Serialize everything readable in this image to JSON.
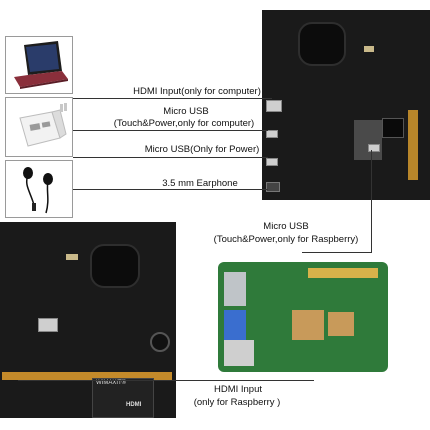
{
  "labels": {
    "hdmi_computer": "HDMI Input(only for computer)",
    "micro_usb_computer_1": "Micro USB",
    "micro_usb_computer_2": "(Touch&Power,only for computer)",
    "micro_usb_power": "Micro USB(Only for Power)",
    "earphone": "3.5 mm Earphone",
    "micro_usb_rpi_1": "Micro USB",
    "micro_usb_rpi_2": "(Touch&Power,only for Raspberry)",
    "hdmi_rpi_1": "HDMI Input",
    "hdmi_rpi_2": "(only for Raspberry )"
  },
  "board_marking": {
    "brand": "WIMAXIT®",
    "hdmi_logo": "HDMI"
  },
  "icons": [
    "laptop-icon",
    "usb-charger-icon",
    "earphone-icon",
    "speaker-icon",
    "raspberry-pi-board"
  ],
  "colors": {
    "line": "#333333",
    "thumb_border": "#9a9a9a",
    "pcb": "#1a1a1a",
    "rpi_green": "#2f7a3a",
    "laptop_red": "#8a2f3b"
  }
}
